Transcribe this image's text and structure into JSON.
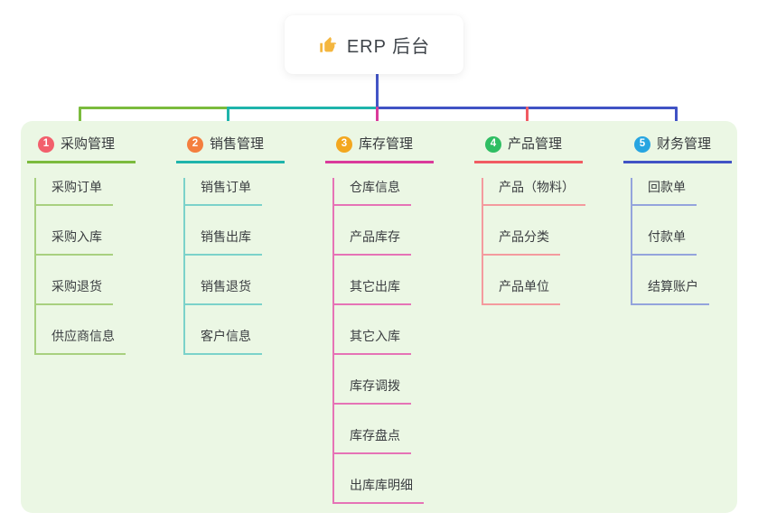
{
  "colors": {
    "panel_bg": "#ebf7e4",
    "stem_blue": "#4355c6",
    "card_bg": "#ffffff",
    "title_color": "#3f444a",
    "thumb_icon_color": "#f4b63f"
  },
  "root": {
    "label": "ERP 后台",
    "icon": "thumbs-up"
  },
  "branches": [
    {
      "badge": "1",
      "label": "采购管理",
      "color": "#7bbb3d",
      "light_color": "#a8d07f",
      "badge_color": "#f25f6c",
      "items": [
        "采购订单",
        "采购入库",
        "采购退货",
        "供应商信息"
      ]
    },
    {
      "badge": "2",
      "label": "销售管理",
      "color": "#1eb4ab",
      "light_color": "#7bd2ca",
      "badge_color": "#f47e3e",
      "items": [
        "销售订单",
        "销售出库",
        "销售退货",
        "客户信息"
      ]
    },
    {
      "badge": "3",
      "label": "库存管理",
      "color": "#da3a9b",
      "light_color": "#e673b6",
      "badge_color": "#f3a71f",
      "items": [
        "仓库信息",
        "产品库存",
        "其它出库",
        "其它入库",
        "库存调拨",
        "库存盘点",
        "出库库明细"
      ]
    },
    {
      "badge": "4",
      "label": "产品管理",
      "color": "#f15b62",
      "light_color": "#f49a9e",
      "badge_color": "#2fbe63",
      "items": [
        "产品（物料）",
        "产品分类",
        "产品单位"
      ]
    },
    {
      "badge": "5",
      "label": "财务管理",
      "color": "#4053c5",
      "light_color": "#94a4dc",
      "badge_color": "#27a5e1",
      "items": [
        "回款单",
        "付款单",
        "结算账户"
      ]
    }
  ]
}
